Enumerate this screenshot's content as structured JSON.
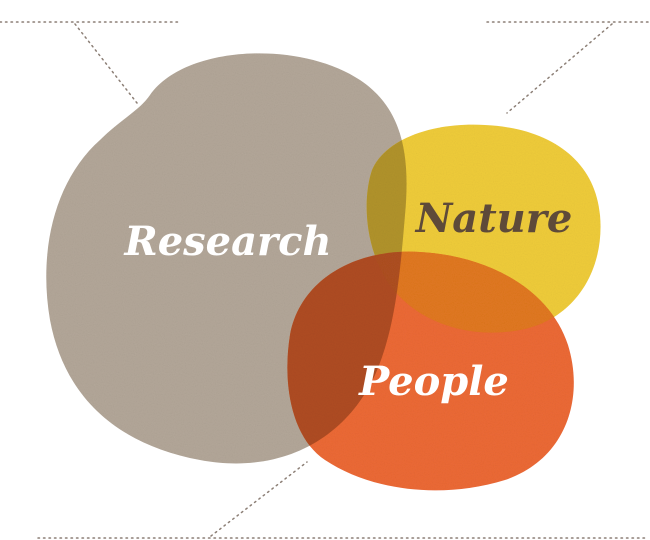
{
  "diagram": {
    "type": "venn",
    "sets": [
      {
        "id": "research",
        "label": "Research",
        "color": "#b3a799",
        "label_color": "#ffffff"
      },
      {
        "id": "nature",
        "label": "Nature",
        "color": "#eec92e",
        "label_color": "#5e4a39"
      },
      {
        "id": "people",
        "label": "People",
        "color": "#ea5c22",
        "label_color": "#ffffff"
      }
    ],
    "overlaps": [
      {
        "sets": [
          "research",
          "nature"
        ],
        "color": "#a7892a"
      },
      {
        "sets": [
          "research",
          "people"
        ],
        "color": "#a84a20"
      },
      {
        "sets": [
          "nature",
          "people"
        ],
        "color": "#e07a20"
      }
    ],
    "connector_color": "#8c7f76"
  }
}
